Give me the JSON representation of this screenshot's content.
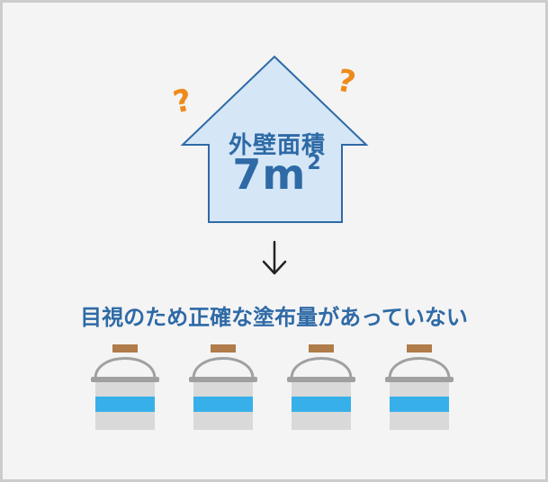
{
  "house": {
    "title": "外壁面積",
    "area_value": "7m",
    "area_unit_superscript": "2",
    "fill_color": "#d5e6f6",
    "stroke_color": "#2e6aa6"
  },
  "question_marks": [
    "?",
    "?"
  ],
  "question_color": "#ee8a1a",
  "arrow_icon": "down-arrow-icon",
  "caption": "目視のため正確な塗布量があっていない",
  "bucket_count": 4,
  "bucket_colors": {
    "handle": "#a0a0a0",
    "lid": "#b07c4a",
    "body": "#d9d9d9",
    "band": "#37b0ea"
  }
}
